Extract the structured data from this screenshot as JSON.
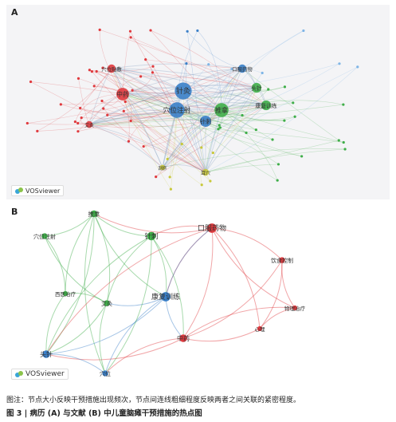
{
  "panel_a": {
    "letter": "A",
    "watermark": "VOSviewer",
    "nodes": [
      {
        "id": "针灸",
        "label": "针灸",
        "cluster": "blue",
        "weight": 9
      },
      {
        "id": "穴位注射",
        "label": "穴位注射",
        "cluster": "blue",
        "weight": 8
      },
      {
        "id": "针刺",
        "label": "针刺",
        "cluster": "blue",
        "weight": 5
      },
      {
        "id": "口服药物",
        "label": "口服药物",
        "cluster": "blue",
        "weight": 3
      },
      {
        "id": "推拿",
        "label": "推拿",
        "cluster": "green",
        "weight": 7
      },
      {
        "id": "康复训练",
        "label": "康复训练",
        "cluster": "green",
        "weight": 4
      },
      {
        "id": "头针",
        "label": "头针",
        "cluster": "green",
        "weight": 4
      },
      {
        "id": "中药",
        "label": "中药",
        "cluster": "red",
        "weight": 6
      },
      {
        "id": "穴位贴敷",
        "label": "穴位贴敷",
        "cluster": "red",
        "weight": 3
      },
      {
        "id": "艾灸",
        "label": "艾灸",
        "cluster": "red",
        "weight": 2
      },
      {
        "id": "耳穴",
        "label": "耳穴",
        "cluster": "yellow",
        "weight": 2
      },
      {
        "id": "刮痧",
        "label": "刮痧",
        "cluster": "yellow",
        "weight": 1
      }
    ]
  },
  "panel_b": {
    "letter": "B",
    "watermark": "VOSviewer",
    "nodes": [
      {
        "id": "口服药物",
        "label": "口服药物",
        "cluster": "red",
        "weight": 7
      },
      {
        "id": "推拿",
        "label": "推拿",
        "cluster": "green",
        "weight": 4
      },
      {
        "id": "针刺",
        "label": "针刺",
        "cluster": "green",
        "weight": 6
      },
      {
        "id": "穴位注射",
        "label": "穴位注射",
        "cluster": "green",
        "weight": 3
      },
      {
        "id": "饮食控制",
        "label": "饮食控制",
        "cluster": "red",
        "weight": 3
      },
      {
        "id": "西医治疗",
        "label": "西医治疗",
        "cluster": "green",
        "weight": 2
      },
      {
        "id": "康复训练",
        "label": "康复训练",
        "cluster": "blue",
        "weight": 7
      },
      {
        "id": "艾灸",
        "label": "艾灸",
        "cluster": "green",
        "weight": 3
      },
      {
        "id": "物理治疗",
        "label": "物理治疗",
        "cluster": "red",
        "weight": 2
      },
      {
        "id": "中药",
        "label": "中药",
        "cluster": "red",
        "weight": 5
      },
      {
        "id": "心理",
        "label": "心理",
        "cluster": "red",
        "weight": 2
      },
      {
        "id": "头针",
        "label": "头针",
        "cluster": "blue",
        "weight": 5
      },
      {
        "id": "穴位",
        "label": "穴位",
        "cluster": "blue",
        "weight": 3
      }
    ],
    "edges": [
      [
        "口服药物",
        "推拿"
      ],
      [
        "口服药物",
        "针刺"
      ],
      [
        "口服药物",
        "饮食控制"
      ],
      [
        "口服药物",
        "康复训练"
      ],
      [
        "口服药物",
        "中药"
      ],
      [
        "口服药物",
        "物理治疗"
      ],
      [
        "口服药物",
        "心理"
      ],
      [
        "推拿",
        "针刺"
      ],
      [
        "推拿",
        "穴位注射"
      ],
      [
        "推拿",
        "西医治疗"
      ],
      [
        "推拿",
        "艾灸"
      ],
      [
        "推拿",
        "康复训练"
      ],
      [
        "推拿",
        "头针"
      ],
      [
        "推拿",
        "穴位"
      ],
      [
        "针刺",
        "康复训练"
      ],
      [
        "针刺",
        "艾灸"
      ],
      [
        "针刺",
        "中药"
      ],
      [
        "针刺",
        "头针"
      ],
      [
        "穴位注射",
        "西医治疗"
      ],
      [
        "穴位注射",
        "艾灸"
      ],
      [
        "西医治疗",
        "艾灸"
      ],
      [
        "西医治疗",
        "头针"
      ],
      [
        "康复训练",
        "艾灸"
      ],
      [
        "康复训练",
        "中药"
      ],
      [
        "康复训练",
        "头针"
      ],
      [
        "康复训练",
        "穴位"
      ],
      [
        "康复训练",
        "口服药物"
      ],
      [
        "中药",
        "心理"
      ],
      [
        "中药",
        "物理治疗"
      ],
      [
        "中药",
        "饮食控制"
      ],
      [
        "中药",
        "头针"
      ],
      [
        "中药",
        "穴位"
      ],
      [
        "艾灸",
        "头针"
      ],
      [
        "艾灸",
        "穴位"
      ],
      [
        "头针",
        "穴位"
      ],
      [
        "饮食控制",
        "物理治疗"
      ],
      [
        "饮食控制",
        "心理"
      ],
      [
        "口服药物",
        "头针"
      ],
      [
        "针刺",
        "穴位"
      ],
      [
        "物理治疗",
        "心理"
      ]
    ]
  },
  "colors": {
    "red": "#e03a3e",
    "green": "#3fae49",
    "blue": "#3a7fc8",
    "yellow": "#c8c83a",
    "light_blue": "#7fb5e6"
  },
  "caption": {
    "note": "图注：节点大小反映干预措施出现频次，节点间连线粗细程度反映两者之间关联的紧密程度。",
    "title": "图 3 | 病历 (A) 与文献 (B) 中儿童脑瘫干预措施的热点图"
  }
}
